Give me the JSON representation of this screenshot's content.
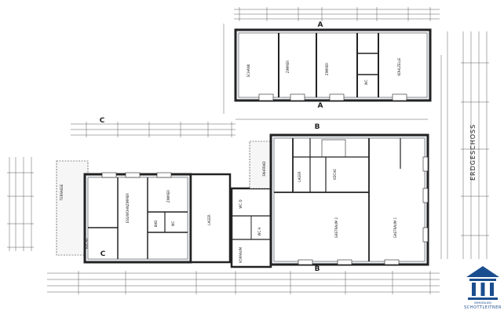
{
  "title": "ERDGESCHOSS",
  "logo": {
    "line1": "IMMOBILIEN",
    "line2": "SCHOTTLEITNER"
  },
  "section_marks": [
    "A",
    "A",
    "B",
    "B",
    "C",
    "C"
  ],
  "rooms": {
    "schank": "SCHANK",
    "zimmer_a": "ZIMMER",
    "zimmer_b": "ZIMMER",
    "wc": "WC",
    "kuehlzelle": "KÜHLZELLE",
    "terrasse": "TERRASSE",
    "kueche_left": "KÜCHE",
    "essen": "ESS/WOHNZIMMER",
    "zimmer_left": "ZIMMER",
    "bad": "BAD",
    "wc_left": "WC",
    "lager_mid": "LAGER",
    "fahrrad": "FAHRRAD",
    "lager_right": "LAGER",
    "gastraum_2": "GASTRAUM 2",
    "gastraum_1": "GASTRAUM 1",
    "wc_d": "WC D",
    "wc_h": "WC H",
    "vorraum": "VORRAUM",
    "kueche": "KÜCHE"
  }
}
